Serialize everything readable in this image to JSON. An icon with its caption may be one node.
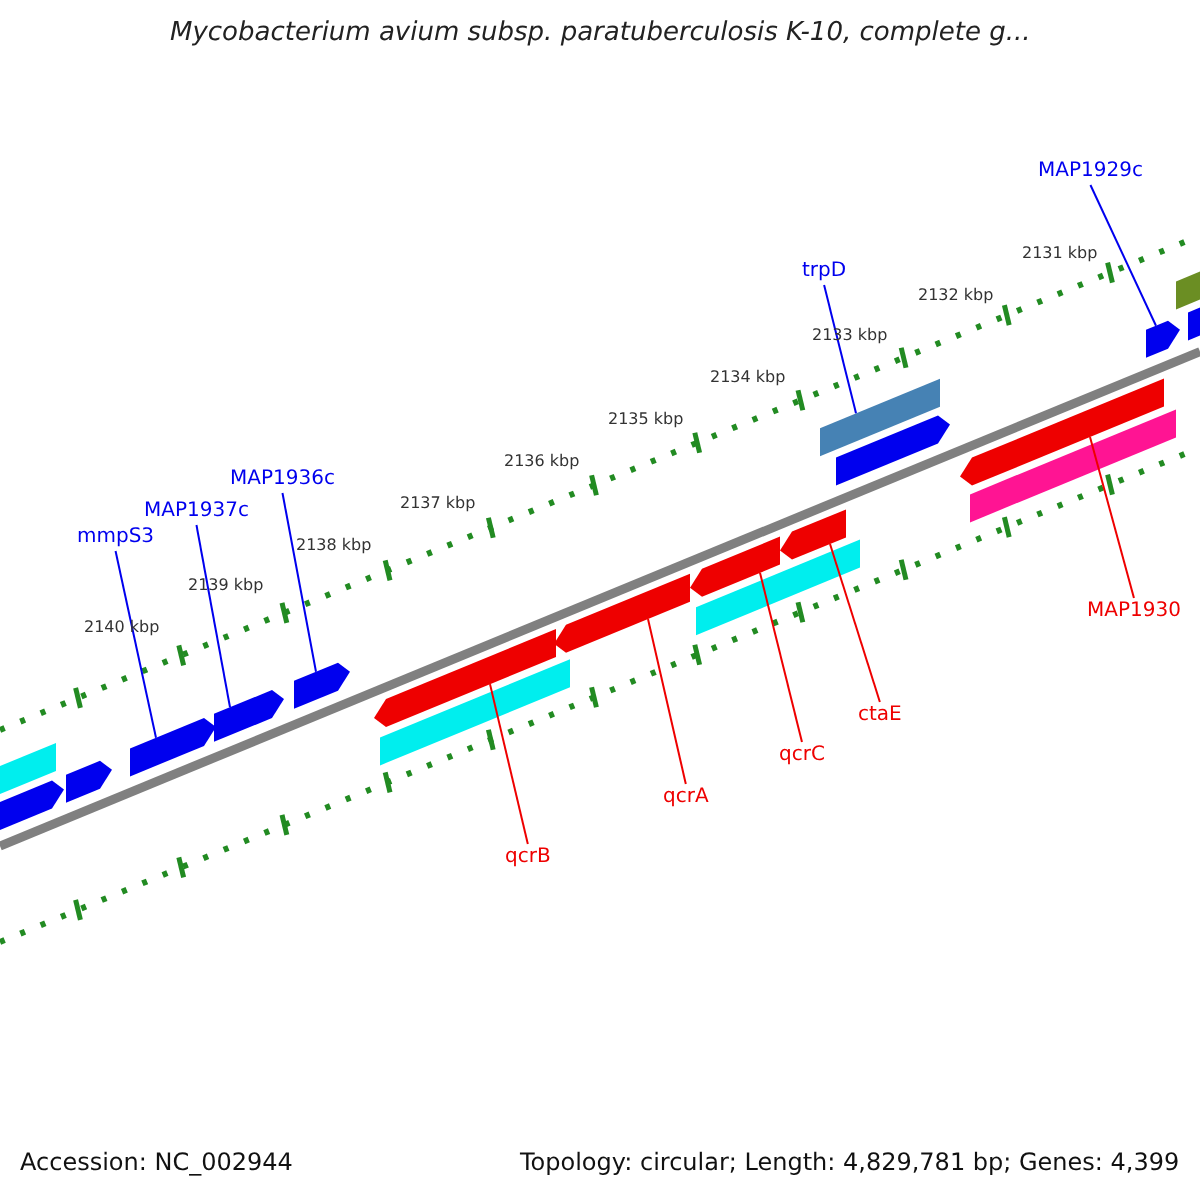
{
  "diagram": {
    "title": "Mycobacterium avium subsp. paratuberculosis K-10, complete g...",
    "nodes": [
      {
        "text": [
          "MAP1929c"
        ]
      },
      {
        "text": [],
        "shape": "arrow"
      },
      {
        "text": [
          "trpD"
        ]
      },
      {
        "text": [],
        "shape": "bar"
      },
      {
        "text": [
          "MAP1936c"
        ]
      },
      {
        "text": [],
        "shape": "arrow"
      },
      {
        "text": [
          "MAP1937c"
        ]
      },
      {
        "text": [],
        "shape": "arrow"
      },
      {
        "text": [
          "mmpS3"
        ]
      },
      {
        "text": [],
        "shape": "arrow"
      },
      {
        "text": [
          "MAP1930"
        ]
      },
      {
        "text": [],
        "shape": "arrow"
      },
      {
        "text": [
          "ctaE"
        ]
      },
      {
        "text": [],
        "shape": "arrow"
      },
      {
        "text": [
          "qcrC"
        ]
      },
      {
        "text": [],
        "shape": "arrow"
      },
      {
        "text": [
          "qcrA"
        ]
      },
      {
        "text": [],
        "shape": "arrow"
      },
      {
        "text": [
          "qcrB"
        ]
      },
      {
        "text": [],
        "shape": "arrow"
      },
      {
        "text": [],
        "shape": "bar"
      },
      {
        "text": [],
        "shape": "arrow"
      },
      {
        "text": [],
        "shape": "arrow"
      },
      {
        "text": [],
        "shape": "bar"
      },
      {
        "text": [],
        "shape": "bar"
      },
      {
        "text": [],
        "shape": "arrow"
      },
      {
        "text": [],
        "shape": "bar"
      },
      {
        "text": [],
        "shape": "bar"
      },
      {
        "text": [],
        "shape": "arrow"
      }
    ],
    "edges": [
      {
        "from": 0,
        "to": 1,
        "arrow": "none"
      },
      {
        "from": 2,
        "to": 3,
        "arrow": "none"
      },
      {
        "from": 4,
        "to": 5,
        "arrow": "none"
      },
      {
        "from": 6,
        "to": 7,
        "arrow": "none"
      },
      {
        "from": 8,
        "to": 9,
        "arrow": "none"
      },
      {
        "from": 10,
        "to": 11,
        "arrow": "none",
        "color": "#ee0000"
      },
      {
        "from": 12,
        "to": 13,
        "arrow": "none",
        "color": "#ee0000"
      },
      {
        "from": 14,
        "to": 15,
        "arrow": "none",
        "color": "#ee0000"
      },
      {
        "from": 16,
        "to": 17,
        "arrow": "none",
        "color": "#ee0000"
      },
      {
        "from": 18,
        "to": 19,
        "arrow": "none",
        "color": "#ee0000"
      }
    ],
    "labels": [
      "2131 kbp",
      "2132 kbp",
      "2133 kbp",
      "2134 kbp",
      "2135 kbp",
      "2136 kbp",
      "2137 kbp",
      "2138 kbp",
      "2139 kbp",
      "2140 kbp",
      "Accession: NC_002944",
      "Topology: circular; Length: 4,829,781 bp; Genes: 4,399"
    ]
  }
}
